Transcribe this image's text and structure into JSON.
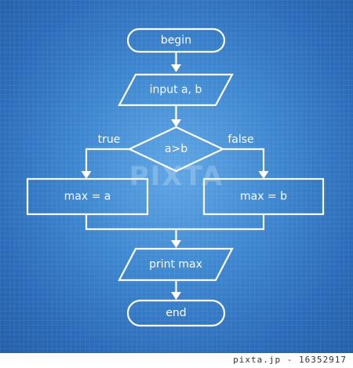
{
  "nodes": {
    "begin": "begin",
    "input": "input a, b",
    "decision": "a>b",
    "max_a": "max = a",
    "max_b": "max = b",
    "print": "print max",
    "end": "end"
  },
  "branches": {
    "true_label": "true",
    "false_label": "false"
  },
  "watermark": "PIXTA",
  "footer": "pixta.jp - 16352917",
  "colors": {
    "background": "#3d88d2",
    "stroke": "#ffffff"
  }
}
